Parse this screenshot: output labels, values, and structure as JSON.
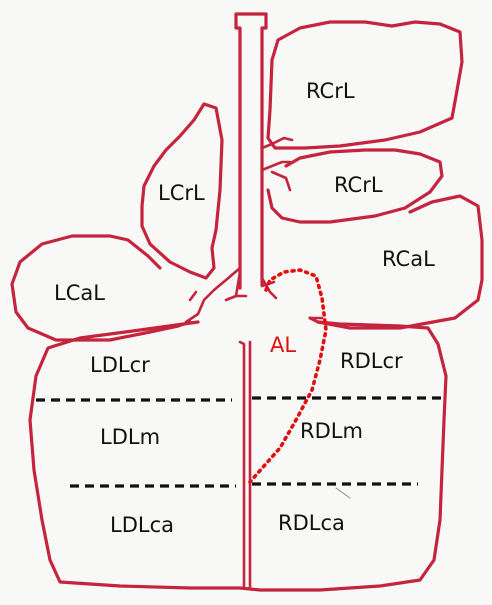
{
  "colors": {
    "outline": "#c4243d",
    "dash": "#111111",
    "accessory": "#e01010"
  },
  "labels": {
    "rcrl_upper": "RCrL",
    "rcrl_lower": "RCrL",
    "lcrl": "LCrL",
    "rcal": "RCaL",
    "lcal": "LCaL",
    "al": "AL",
    "ldlcr": "LDLcr",
    "rdlcr": "RDLcr",
    "ldlm": "LDLm",
    "rdlm": "RDLm",
    "ldlca": "LDLca",
    "rdlca": "RDLca"
  }
}
